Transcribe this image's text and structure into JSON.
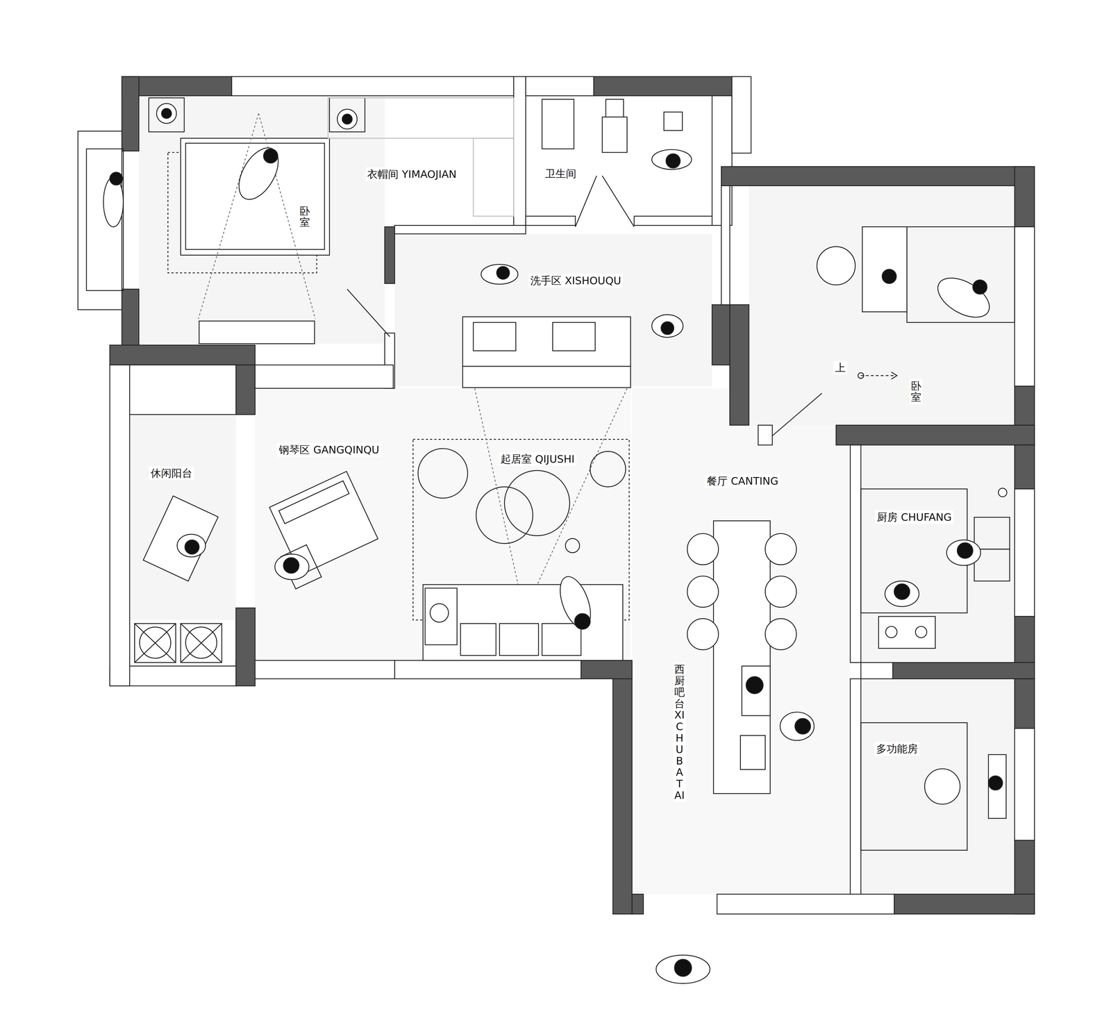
{
  "diagram": {
    "labels": [
      "衣帽间 YIMAOJIAN",
      "卧室",
      "卫生间",
      "洗手区 XISHOUQU",
      "上",
      "卧室",
      "休闲阳台",
      "钢琴区 GANGQINQU",
      "起居室 QIJUSHI",
      "餐厅 CANTING",
      "厨房 CHUFANG",
      "西厨吧台 XICHU BATAI",
      "多功能房"
    ]
  }
}
